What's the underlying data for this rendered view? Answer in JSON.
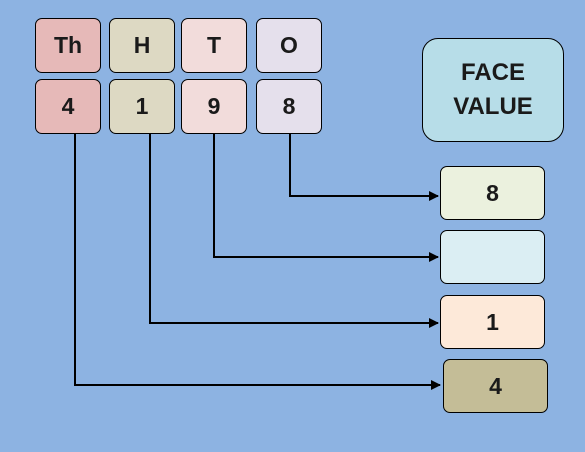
{
  "place_headers": [
    {
      "label": "Th",
      "color": "#e6b9b8"
    },
    {
      "label": "H",
      "color": "#ddd9c3"
    },
    {
      "label": "T",
      "color": "#f2dcdb"
    },
    {
      "label": "O",
      "color": "#e5e0ec"
    }
  ],
  "digits": [
    {
      "value": "4",
      "color": "#e6b9b8"
    },
    {
      "value": "1",
      "color": "#ddd9c3"
    },
    {
      "value": "9",
      "color": "#f2dcdb"
    },
    {
      "value": "8",
      "color": "#e5e0ec"
    }
  ],
  "title": {
    "line1": "FACE",
    "line2": "VALUE"
  },
  "face_values": [
    {
      "value": "8",
      "color": "#ebf1de"
    },
    {
      "value": "",
      "color": "#dbeef3"
    },
    {
      "value": "1",
      "color": "#fde9d9"
    },
    {
      "value": "4",
      "color": "#c4bd97"
    }
  ]
}
